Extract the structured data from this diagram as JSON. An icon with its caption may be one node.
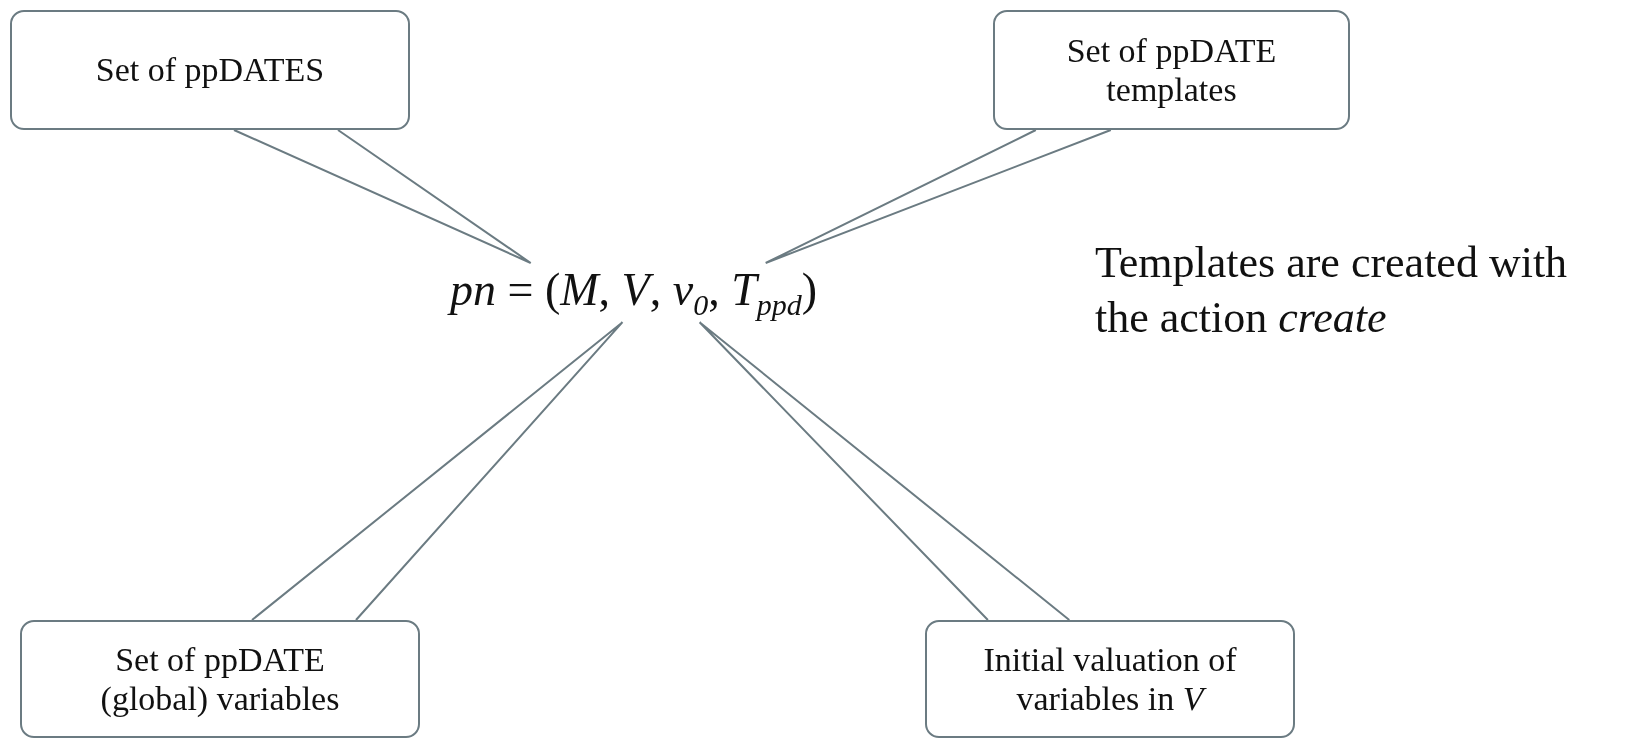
{
  "diagram": {
    "nodes": [
      {
        "text": [
          "Set of ppDATES"
        ]
      },
      {
        "text": [
          "Set of ppDATE templates"
        ]
      },
      {
        "text": [
          "*pn* = (*M*, *V*, *ν*$_{0}$, *T*$_{ppd}$)"
        ]
      },
      {
        "text": [
          "Set of ppDATE (global) variables"
        ]
      },
      {
        "text": [
          "Initial valuation of variables in *V*"
        ]
      }
    ],
    "edges": [
      {
        "from": 0,
        "to": 2,
        "arrow": "none"
      },
      {
        "from": 1,
        "to": 2,
        "arrow": "none"
      },
      {
        "from": 3,
        "to": 2,
        "arrow": "none"
      },
      {
        "from": 4,
        "to": 2,
        "arrow": "none"
      }
    ],
    "labels": [
      "Templates are created with the action *create*"
    ]
  }
}
